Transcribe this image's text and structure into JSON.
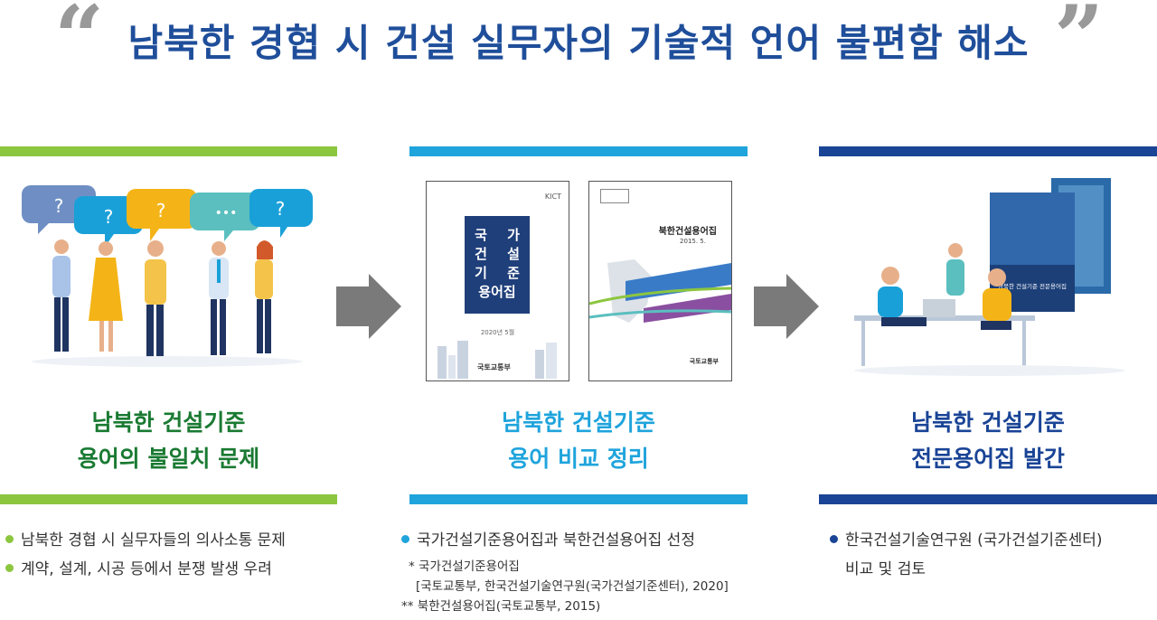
{
  "title": "남북한 경협 시 건설 실무자의 기술적 언어 불편함 해소",
  "columns": [
    {
      "heading_line1": "남북한 건설기준",
      "heading_line2": "용어의 불일치 문제",
      "color": "#1a7a32",
      "bullets": [
        "남북한 경협 시 실무자들의 의사소통 문제",
        "계약, 설계, 시공 등에서 분쟁 발생 우려"
      ]
    },
    {
      "heading_line1": "남북한 건설기준",
      "heading_line2": "용어 비교 정리",
      "color": "#1fa4dc",
      "bullets": [
        "국가건설기준용어집과 북한건설용어집 선정"
      ],
      "notes": [
        "* 국가건설기준용어집",
        "[국토교통부, 한국건설기술연구원(국가건설기준센터), 2020]",
        "** 북한건설용어집(국토교통부, 2015)"
      ]
    },
    {
      "heading_line1": "남북한 건설기준",
      "heading_line2": "전문용어집 발간",
      "color": "#1a4496",
      "bullets": [
        "한국건설기술연구원 (국가건설기준센터)"
      ],
      "bullet_cont": "비교 및 검토"
    }
  ],
  "bubbles": [
    "?",
    "?",
    "?",
    "•••",
    "?"
  ],
  "book1": {
    "cover_text": [
      "국",
      "가",
      "건",
      "설",
      "기",
      "준",
      "용어집"
    ],
    "date": "2020년 5월",
    "publisher": "국토교통부",
    "org": "KICT"
  },
  "book2": {
    "cover_title": "북한건설용어집",
    "date": "2015. 5.",
    "publisher": "국토교통부"
  },
  "book3": {
    "cover_title": "남북한 건설기준 전문용어집"
  }
}
